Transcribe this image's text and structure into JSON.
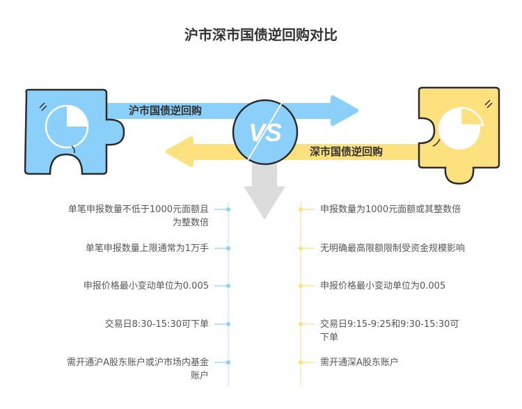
{
  "title": "沪市深市国债逆回购对比",
  "left_label": "沪市国债逆回购",
  "right_label": "深市国债逆回购",
  "vs_text": "VS",
  "colors": {
    "blue": "#8ad0fa",
    "yellow": "#fde17f",
    "outline": "#2b2b2b",
    "gray": "#d9d9d9"
  },
  "left_items": [
    "单笔申报数量不低于1000元面额且为整数倍",
    "单笔申报数量上限通常为1万手",
    "申报价格最小变动单位为0.005",
    "交易日8:30-15:30可下单",
    "需开通沪A股东账户或沪市场内基金账户"
  ],
  "right_items": [
    "申报数量为1000元面额或其整数倍",
    "无明确最高限额限制受资金规模影响",
    "申报价格最小变动单位为0.005",
    "交易日9:15-9:25和9:30-15:30可下单",
    "需开通深A股东账户"
  ]
}
